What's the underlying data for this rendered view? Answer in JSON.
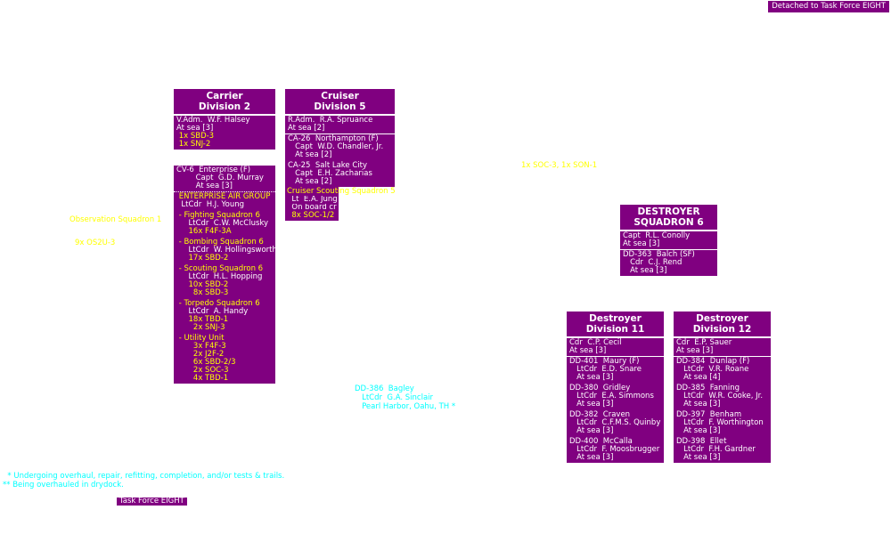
{
  "top_badge": "Detached to Task Force EIGHT",
  "colors": {
    "unit_bg": "#800080",
    "aircraft": "#ffff00",
    "in_port": "#00ffff",
    "text": "#ffffff"
  },
  "boxes": [
    {
      "id": "carrier-division-2",
      "title": [
        "Carrier",
        "Division 2"
      ],
      "sections": [
        [
          {
            "t": "V.Adm.  W.F. Halsey"
          },
          {
            "t": "At sea [3]"
          },
          {
            "t": " 1x SBD-3",
            "c": "y"
          },
          {
            "t": " 1x SNJ-2",
            "c": "y"
          }
        ]
      ]
    },
    {
      "id": "cv-6-enterprise",
      "title": null,
      "sections": [
        [
          {
            "t": "CV-6  Enterprise (F)"
          },
          {
            "t": "        Capt  G.D. Murray"
          },
          {
            "t": "        At sea [3]"
          }
        ],
        [
          {
            "t": " ENTERPRISE AIR GROUP",
            "c": "y"
          },
          {
            "t": "  LtCdr  H.J. Young"
          },
          {
            "t": ""
          },
          {
            "t": " - Fighting Squadron 6",
            "c": "y"
          },
          {
            "t": "     LtCdr  C.W. McClusky"
          },
          {
            "t": "     16x F4F-3A",
            "c": "y"
          },
          {
            "t": ""
          },
          {
            "t": " - Bombing Squadron 6",
            "c": "y"
          },
          {
            "t": "     LtCdr  W. Hollingsworth"
          },
          {
            "t": "     17x SBD-2",
            "c": "y"
          },
          {
            "t": ""
          },
          {
            "t": " - Scouting Squadron 6",
            "c": "y"
          },
          {
            "t": "     LtCdr  H.L. Hopping"
          },
          {
            "t": "     10x SBD-2",
            "c": "y"
          },
          {
            "t": "       8x SBD-3",
            "c": "y"
          },
          {
            "t": ""
          },
          {
            "t": " - Torpedo Squadron 6",
            "c": "y"
          },
          {
            "t": "     LtCdr  A. Handy"
          },
          {
            "t": "     18x TBD-1",
            "c": "y"
          },
          {
            "t": "       2x SNJ-3",
            "c": "y"
          },
          {
            "t": ""
          },
          {
            "t": " - Utility Unit",
            "c": "y"
          },
          {
            "t": "       3x F4F-3",
            "c": "y"
          },
          {
            "t": "       2x J2F-2",
            "c": "y"
          },
          {
            "t": "       6x SBD-2/3",
            "c": "y"
          },
          {
            "t": "       2x SOC-3",
            "c": "y"
          },
          {
            "t": "       4x TBD-1",
            "c": "y"
          }
        ]
      ]
    },
    {
      "id": "cruiser-division-5",
      "title": [
        "Cruiser",
        "Division 5"
      ],
      "sections": [
        [
          {
            "t": "R.Adm.  R.A. Spruance"
          },
          {
            "t": "At sea [2]"
          }
        ],
        [
          {
            "t": "CA-26  Northampton (F)"
          },
          {
            "t": "   Capt  W.D. Chandler, Jr."
          },
          {
            "t": "   At sea [2]"
          },
          {
            "t": ""
          },
          {
            "t": "CA-25  Salt Lake City"
          },
          {
            "t": "   Capt  E.H. Zacharias"
          },
          {
            "t": "   At sea [2]"
          }
        ]
      ]
    },
    {
      "id": "destroyer-squadron-6",
      "title": [
        "DESTROYER",
        "SQUADRON 6"
      ],
      "sections": [
        [
          {
            "t": "Capt  R.L. Conolly"
          },
          {
            "t": "At sea [3]"
          }
        ],
        [
          {
            "t": "DD-363  Balch (SF)"
          },
          {
            "t": "   Cdr  C.J. Rend"
          },
          {
            "t": "   At sea [3]"
          }
        ]
      ]
    },
    {
      "id": "destroyer-division-11",
      "title": [
        "Destroyer",
        "Division 11"
      ],
      "sections": [
        [
          {
            "t": "Cdr  C.P. Cecil"
          },
          {
            "t": "At sea [3]"
          }
        ],
        [
          {
            "t": "DD-401  Maury (F)"
          },
          {
            "t": "   LtCdr  E.D. Snare"
          },
          {
            "t": "   At sea [3]"
          },
          {
            "t": ""
          },
          {
            "t": "DD-380  Gridley"
          },
          {
            "t": "   LtCdr  E.A. Simmons"
          },
          {
            "t": "   At sea [3]"
          },
          {
            "t": ""
          },
          {
            "t": "DD-382  Craven"
          },
          {
            "t": "   LtCdr  C.F.M.S. Quinby"
          },
          {
            "t": "   At sea [3]"
          },
          {
            "t": ""
          },
          {
            "t": "DD-400  McCalla"
          },
          {
            "t": "   LtCdr  F. Moosbrugger"
          },
          {
            "t": "   At sea [3]"
          }
        ]
      ]
    },
    {
      "id": "destroyer-division-12",
      "title": [
        "Destroyer",
        "Division 12"
      ],
      "sections": [
        [
          {
            "t": "Cdr  E.P. Sauer"
          },
          {
            "t": "At sea [3]"
          }
        ],
        [
          {
            "t": "DD-384  Dunlap (F)"
          },
          {
            "t": "   LtCdr  V.R. Roane"
          },
          {
            "t": "   At sea [4]"
          },
          {
            "t": ""
          },
          {
            "t": "DD-385  Fanning"
          },
          {
            "t": "   LtCdr  W.R. Cooke, Jr."
          },
          {
            "t": "   At sea [3]"
          },
          {
            "t": ""
          },
          {
            "t": "DD-397  Benham"
          },
          {
            "t": "   LtCdr  F. Worthington"
          },
          {
            "t": "   At sea [3]"
          },
          {
            "t": ""
          },
          {
            "t": "DD-398  Ellet"
          },
          {
            "t": "   LtCdr  F.H. Gardner"
          },
          {
            "t": "   At sea [3]"
          }
        ]
      ]
    }
  ],
  "cruiser_scouting": {
    "title": "Cruiser Scouting Squadron 5",
    "cdr": "  Lt  E.A. Jung",
    "location": "  On board cruisers",
    "aircraft": "  8x SOC-1/2"
  },
  "floating": {
    "obs_sq": "Observation Squadron 1",
    "obs_aircraft": "9x OS2U-3",
    "cruiser_aircraft": "1x SOC-3, 1x SON-1"
  },
  "bagley": {
    "ship": "DD-386  Bagley",
    "cdr": "   LtCdr  G.A. Sinclair",
    "location": "   Pearl Harbor, Oahu, TH *"
  },
  "footnotes": [
    "  * Undergoing overhaul, repair, refitting, completion, and/or tests & trails.",
    "** Being overhauled in drydock."
  ],
  "bottom_badge": "Task Force EIGHT"
}
